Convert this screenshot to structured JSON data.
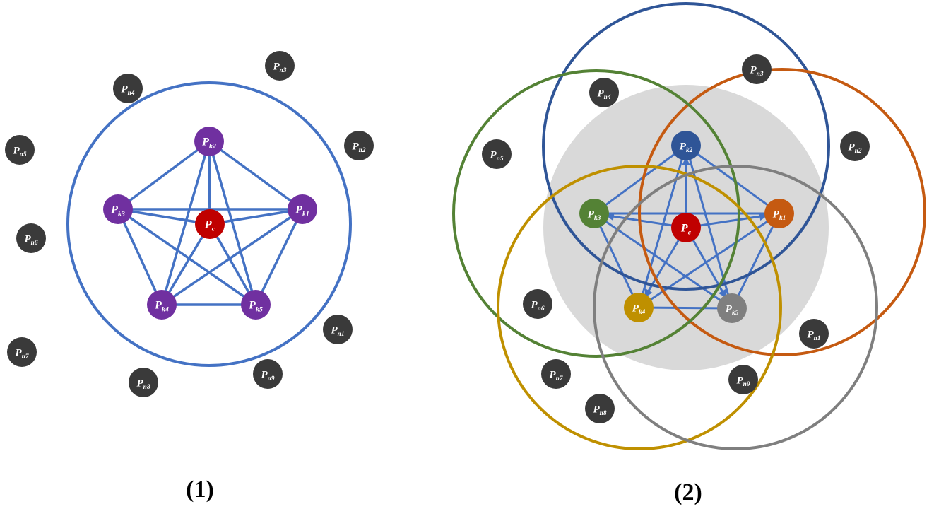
{
  "colors": {
    "background": "#ffffff",
    "edge": "#4472c4",
    "outer_node": "#3a3a3a",
    "center_node": "#c00000",
    "panel1_k_node": "#7030a0",
    "shaded_region": "#d9d9d9",
    "k1": "#c55a11",
    "k2": "#2f5597",
    "k3": "#548235",
    "k4": "#bf9000",
    "k5": "#7f7f7f"
  },
  "panels": [
    {
      "caption": "(1)",
      "center": {
        "base": "P",
        "sub": "c"
      },
      "k_nodes": [
        {
          "id": "k1",
          "base": "P",
          "sub": "k1"
        },
        {
          "id": "k2",
          "base": "P",
          "sub": "k2"
        },
        {
          "id": "k3",
          "base": "P",
          "sub": "k3"
        },
        {
          "id": "k4",
          "base": "P",
          "sub": "k4"
        },
        {
          "id": "k5",
          "base": "P",
          "sub": "k5"
        }
      ],
      "n_nodes": [
        {
          "id": "n1",
          "base": "P",
          "sub": "n1"
        },
        {
          "id": "n2",
          "base": "P",
          "sub": "n2"
        },
        {
          "id": "n3",
          "base": "P",
          "sub": "n3"
        },
        {
          "id": "n4",
          "base": "P",
          "sub": "n4"
        },
        {
          "id": "n5",
          "base": "P",
          "sub": "n5"
        },
        {
          "id": "n6",
          "base": "P",
          "sub": "n6"
        },
        {
          "id": "n7",
          "base": "P",
          "sub": "n7"
        },
        {
          "id": "n8",
          "base": "P",
          "sub": "n8"
        },
        {
          "id": "n9",
          "base": "P",
          "sub": "n9"
        }
      ]
    },
    {
      "caption": "(2)",
      "center": {
        "base": "P",
        "sub": "c"
      },
      "k_nodes": [
        {
          "id": "k1",
          "base": "P",
          "sub": "k1"
        },
        {
          "id": "k2",
          "base": "P",
          "sub": "k2"
        },
        {
          "id": "k3",
          "base": "P",
          "sub": "k3"
        },
        {
          "id": "k4",
          "base": "P",
          "sub": "k4"
        },
        {
          "id": "k5",
          "base": "P",
          "sub": "k5"
        }
      ],
      "n_nodes": [
        {
          "id": "n1",
          "base": "P",
          "sub": "n1"
        },
        {
          "id": "n2",
          "base": "P",
          "sub": "n2"
        },
        {
          "id": "n3",
          "base": "P",
          "sub": "n3"
        },
        {
          "id": "n4",
          "base": "P",
          "sub": "n4"
        },
        {
          "id": "n5",
          "base": "P",
          "sub": "n5"
        },
        {
          "id": "n6",
          "base": "P",
          "sub": "n6"
        },
        {
          "id": "n7",
          "base": "P",
          "sub": "n7"
        },
        {
          "id": "n8",
          "base": "P",
          "sub": "n8"
        },
        {
          "id": "n9",
          "base": "P",
          "sub": "n9"
        }
      ]
    }
  ]
}
